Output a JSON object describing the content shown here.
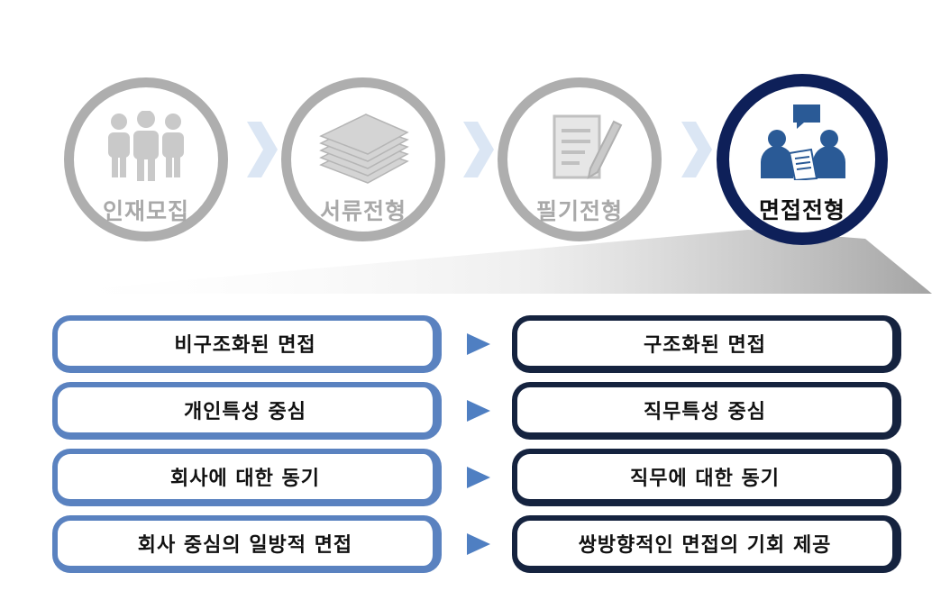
{
  "steps": [
    {
      "label": "인재모집",
      "icon": "people-group-icon",
      "active": false
    },
    {
      "label": "서류전형",
      "icon": "paper-stack-icon",
      "active": false
    },
    {
      "label": "필기전형",
      "icon": "document-pen-icon",
      "active": false
    },
    {
      "label": "면접전형",
      "icon": "interview-speech-icon",
      "active": true
    }
  ],
  "comparison": [
    {
      "from": "비구조화된 면접",
      "to": "구조화된 면접"
    },
    {
      "from": "개인특성 중심",
      "to": "직무특성 중심"
    },
    {
      "from": "회사에 대한 동기",
      "to": "직무에 대한 동기"
    },
    {
      "from": "회사 중심의 일방적 면접",
      "to": "쌍방향적인 면접의 기회 제공"
    }
  ],
  "colors": {
    "inactive_gray": "#aeaeae",
    "active_navy": "#0e2059",
    "left_border": "#5a82c0",
    "right_border": "#15233f",
    "arrow_blue": "#4f7fc2",
    "chevron_blue": "#dbe6f4",
    "icon_blue": "#2a5a96"
  }
}
